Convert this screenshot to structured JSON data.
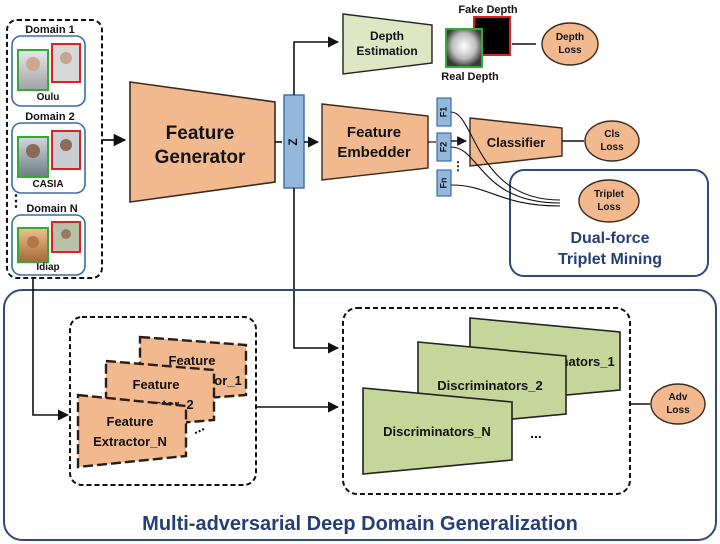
{
  "domains": [
    {
      "heading": "Domain 1",
      "dataset": "Oulu"
    },
    {
      "heading": "Domain 2",
      "dataset": "CASIA"
    },
    {
      "heading": "Domain N",
      "dataset": "Idiap"
    }
  ],
  "domain_ellipsis": "⋮",
  "feature_generator": {
    "line1": "Feature",
    "line2": "Generator"
  },
  "z_label": "Z",
  "depth_estimation": {
    "line1": "Depth",
    "line2": "Estimation"
  },
  "fake_depth": "Fake Depth",
  "real_depth": "Real Depth",
  "depth_loss": {
    "line1": "Depth",
    "line2": "Loss"
  },
  "feature_embedder": {
    "line1": "Feature",
    "line2": "Embedder"
  },
  "embeddings": [
    "F1",
    "F2",
    "Fn"
  ],
  "embedding_ellipsis": "⋮",
  "classifier": "Classifier",
  "cls_loss": {
    "line1": "Cls",
    "line2": "Loss"
  },
  "triplet_loss": {
    "line1": "Triplet",
    "line2": "Loss"
  },
  "dual_force": {
    "line1": "Dual-force",
    "line2": "Triplet Mining"
  },
  "extractors": [
    {
      "line1": "Feature",
      "line2": "Extractor_1"
    },
    {
      "line1": "Feature",
      "line2": "Extractor_2"
    },
    {
      "line1": "Feature",
      "line2": "Extractor_N"
    }
  ],
  "extractor_ellipsis": "...",
  "discriminators": [
    "Discriminators_1",
    "Discriminators_2",
    "Discriminators_N"
  ],
  "discriminator_ellipsis": "...",
  "adv_loss": {
    "line1": "Adv",
    "line2": "Loss"
  },
  "bottom_title": "Multi-adversarial Deep Domain Generalization",
  "colors": {
    "orange_fill": "#f2b98e",
    "orange_stroke": "#3a2a1e",
    "green_fill": "#c6d59a",
    "green_light": "#dfe6c4",
    "blue_fill": "#93b8dc",
    "blue_stroke": "#3a6da6",
    "navy": "#2e4a7e",
    "title_blue": "#243f73"
  }
}
